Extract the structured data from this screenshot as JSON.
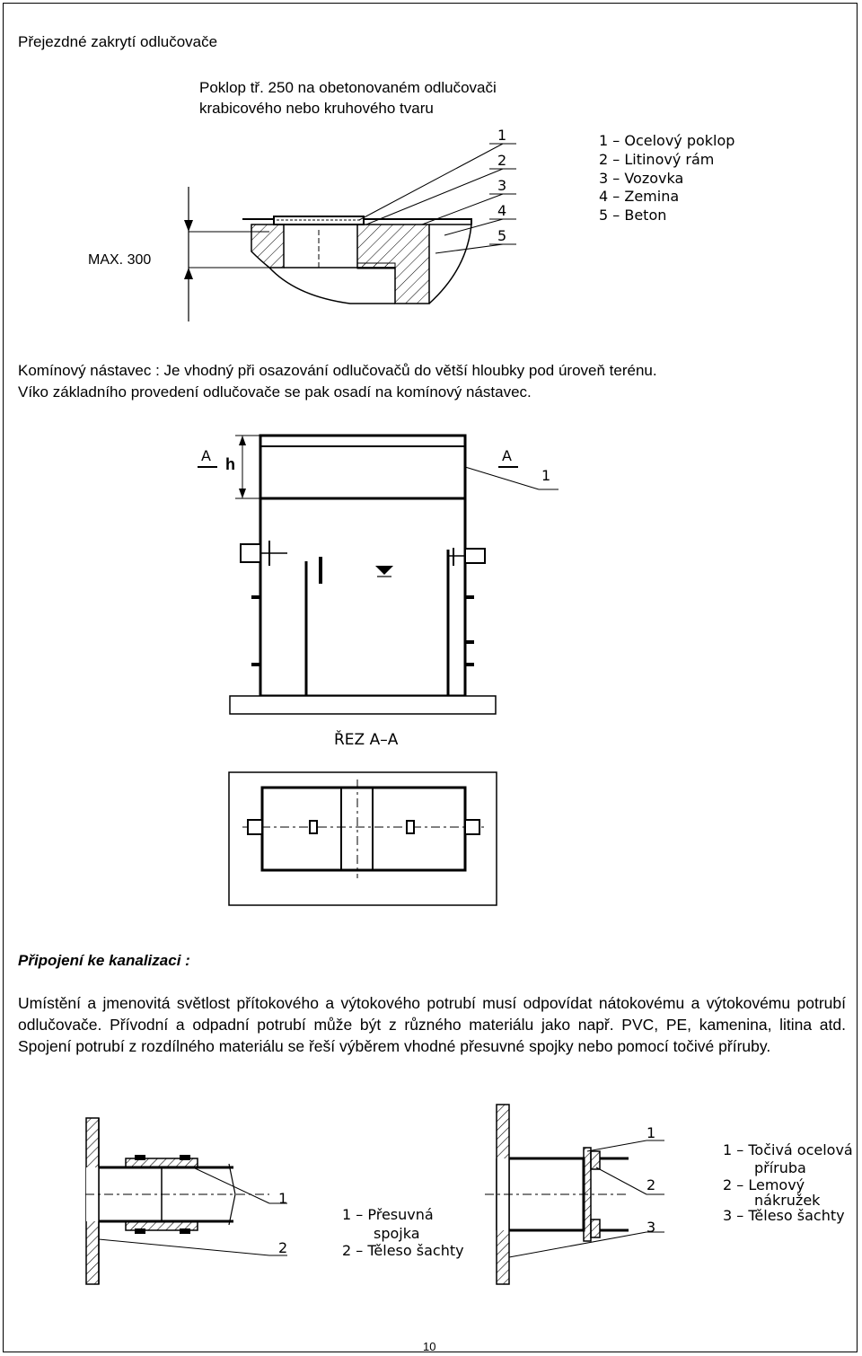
{
  "header": {
    "title": "Přejezdné zakrytí odlučovače"
  },
  "cover_section": {
    "caption_line1": "Poklop tř. 250 na obetonovaném odlučovači",
    "caption_line2": "krabicového nebo kruhového tvaru",
    "max_label": "MAX. 300",
    "legend": [
      "1 – Ocelový poklop",
      "2 – Litinový rám",
      "3 – Vozovka",
      "4 – Zemina",
      "5 – Beton"
    ],
    "callouts": [
      "1",
      "2",
      "3",
      "4",
      "5"
    ]
  },
  "chimney_section": {
    "line1": "Komínový nástavec : Je vhodný při osazování odlučovačů do větší hloubky pod úroveň terénu.",
    "line2": "Víko základního provedení odlučovače se pak osadí na komínový nástavec.",
    "mark_a_left": "A",
    "mark_a_right": "A",
    "h_label": "h",
    "callout_1": "1",
    "section_label": "ŘEZ A–A"
  },
  "connection_section": {
    "heading": "Připojení ke kanalizaci :",
    "paragraph": "Umístění a jmenovitá světlost přítokového a výtokového potrubí musí odpovídat nátokovému a výtokovému potrubí odlučovače. Přívodní a odpadní potrubí může být z různého materiálu jako např. PVC, PE, kamenina, litina atd. Spojení potrubí z rozdílného materiálu se řeší výběrem vhodné přesuvné spojky nebo pomocí točivé příruby.",
    "left_callouts": [
      "1",
      "2"
    ],
    "left_legend": [
      "1 – Přesuvná",
      "spojka",
      "2 – Těleso šachty"
    ],
    "right_callouts": [
      "1",
      "2",
      "3"
    ],
    "right_legend": [
      "1 – Točivá ocelová",
      "příruba",
      "2 – Lemový",
      "nákružek",
      "3 – Těleso šachty"
    ]
  },
  "footer": {
    "page_number": "10"
  }
}
